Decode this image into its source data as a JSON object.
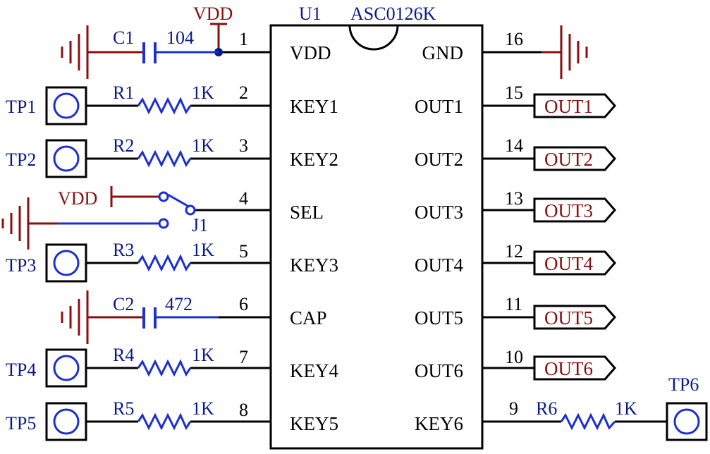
{
  "chip": {
    "ref": "U1",
    "part": "ASC0126K"
  },
  "supply": {
    "vdd_top": "VDD",
    "vdd_sel": "VDD"
  },
  "left_pins": [
    {
      "num": "1",
      "name": "VDD"
    },
    {
      "num": "2",
      "name": "KEY1"
    },
    {
      "num": "3",
      "name": "KEY2"
    },
    {
      "num": "4",
      "name": "SEL"
    },
    {
      "num": "5",
      "name": "KEY3"
    },
    {
      "num": "6",
      "name": "CAP"
    },
    {
      "num": "7",
      "name": "KEY4"
    },
    {
      "num": "8",
      "name": "KEY5"
    }
  ],
  "right_pins": [
    {
      "num": "16",
      "name": "GND"
    },
    {
      "num": "15",
      "name": "OUT1"
    },
    {
      "num": "14",
      "name": "OUT2"
    },
    {
      "num": "13",
      "name": "OUT3"
    },
    {
      "num": "12",
      "name": "OUT4"
    },
    {
      "num": "11",
      "name": "OUT5"
    },
    {
      "num": "10",
      "name": "OUT6"
    },
    {
      "num": "9",
      "name": "KEY6"
    }
  ],
  "capacitors": [
    {
      "ref": "C1",
      "value": "104"
    },
    {
      "ref": "C2",
      "value": "472"
    }
  ],
  "resistors": [
    {
      "ref": "R1",
      "value": "1K"
    },
    {
      "ref": "R2",
      "value": "1K"
    },
    {
      "ref": "R3",
      "value": "1K"
    },
    {
      "ref": "R4",
      "value": "1K"
    },
    {
      "ref": "R5",
      "value": "1K"
    },
    {
      "ref": "R6",
      "value": "1K"
    }
  ],
  "test_points": [
    "TP1",
    "TP2",
    "TP3",
    "TP4",
    "TP5",
    "TP6"
  ],
  "jumper": {
    "ref": "J1"
  },
  "net_ports": [
    "OUT1",
    "OUT2",
    "OUT3",
    "OUT4",
    "OUT5",
    "OUT6"
  ],
  "colors": {
    "wire": "#000000",
    "label": "#0a1a8c",
    "power": "#8b0f0f",
    "component": "#1c2fd0"
  }
}
